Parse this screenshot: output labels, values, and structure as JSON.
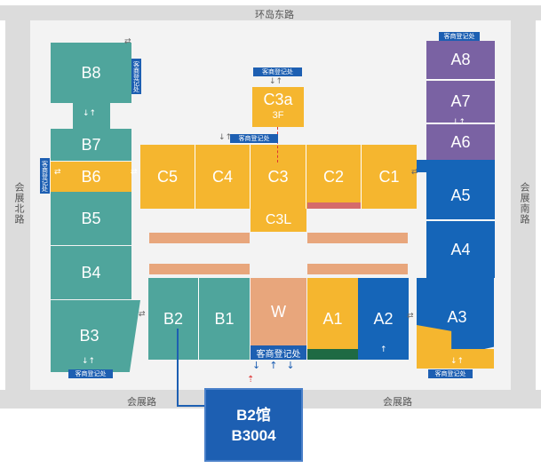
{
  "roads": {
    "north": "环岛东路",
    "south_left": "会展路",
    "south_right": "会展路",
    "west": "会展北路",
    "east": "会展南路"
  },
  "halls": {
    "B8": "B8",
    "B7": "B7",
    "B6": "B6",
    "B5": "B5",
    "B4": "B4",
    "B3": "B3",
    "B2": "B2",
    "B1": "B1",
    "W": "W",
    "C5": "C5",
    "C4": "C4",
    "C3": "C3",
    "C2": "C2",
    "C1": "C1",
    "C3a": "C3a",
    "C3a_floor": "3F",
    "C3L": "C3L",
    "A8": "A8",
    "A7": "A7",
    "A6": "A6",
    "A5": "A5",
    "A4": "A4",
    "A1": "A1",
    "A2": "A2",
    "A3": "A3"
  },
  "registration": {
    "label": "客商登记处",
    "label_vertical": "客商登记处",
    "label_main": "客商登记处"
  },
  "callout": {
    "line1": "B2馆",
    "line2": "B3004"
  },
  "colors": {
    "teal": "#4fa59c",
    "yellow": "#f5b62f",
    "blue": "#1565b8",
    "purple": "#7a62a3",
    "salmon": "#e8a67c",
    "registration": "#1d5fb2"
  }
}
